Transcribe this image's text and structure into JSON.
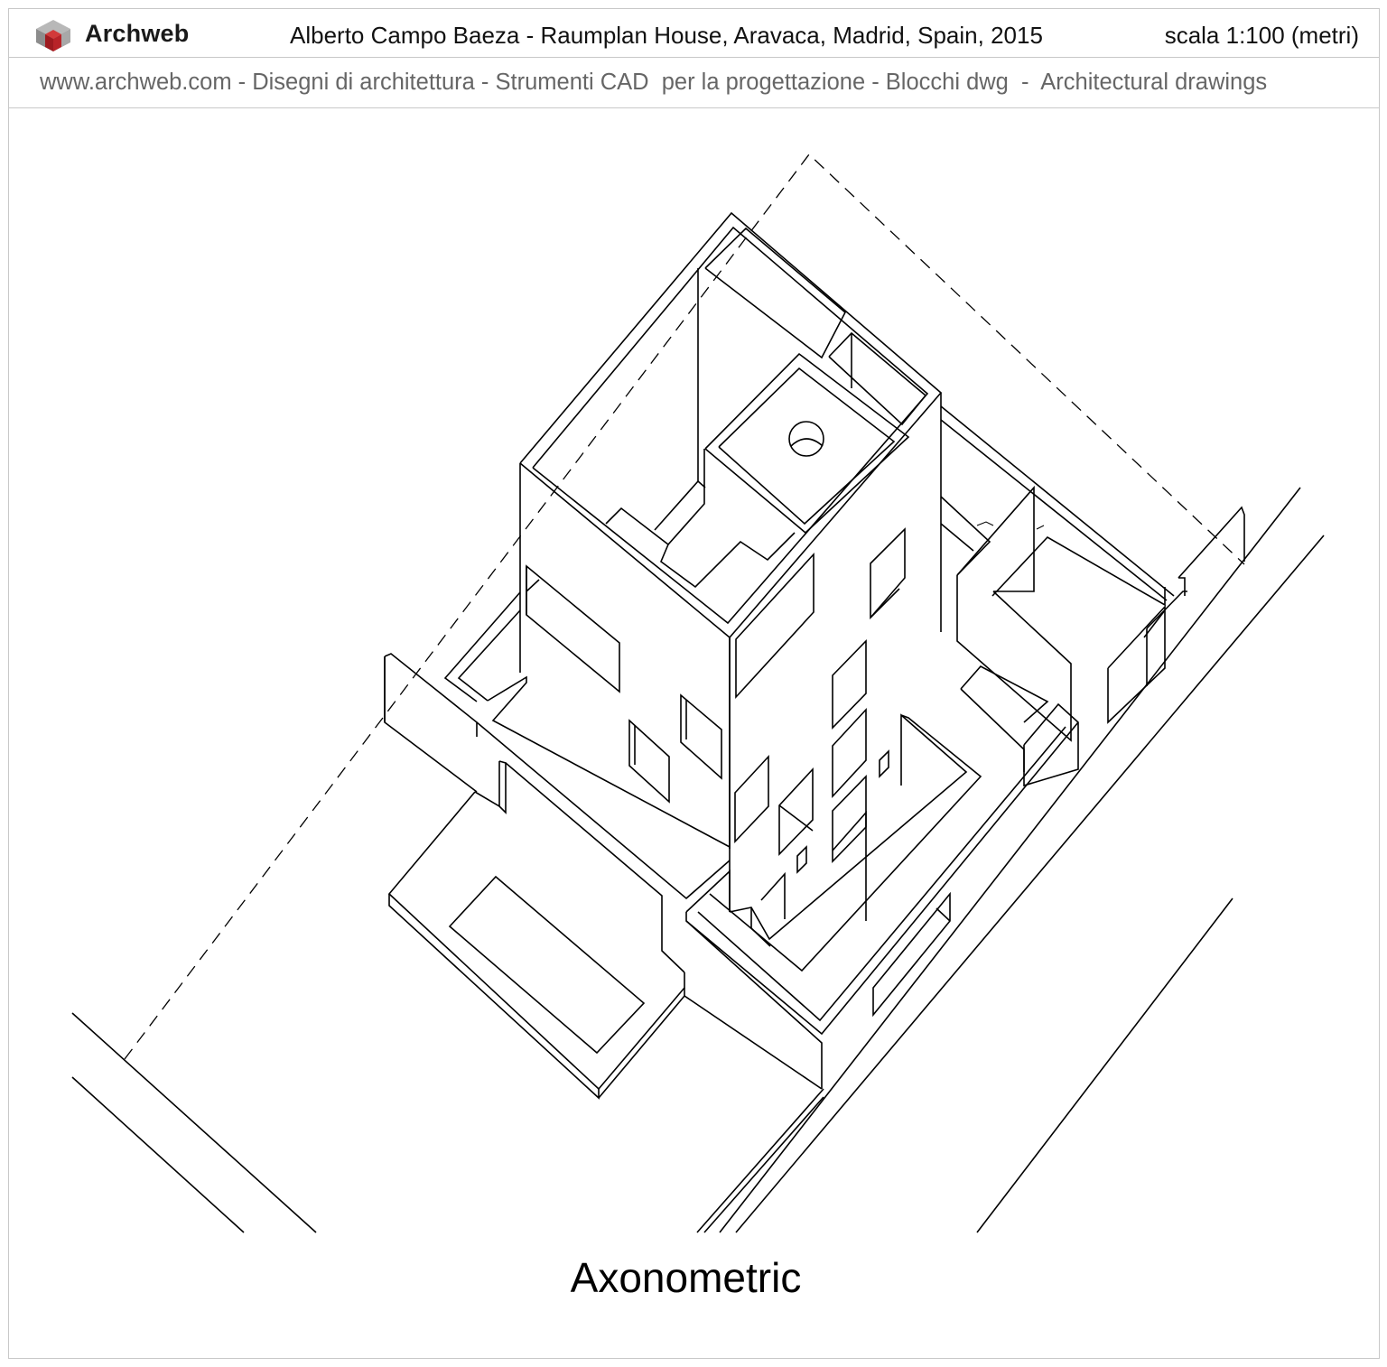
{
  "header": {
    "brand": "Archweb",
    "logo_icon": "archweb-cube-logo-icon",
    "title": "Alberto Campo Baeza - Raumplan House, Aravaca, Madrid, Spain, 2015",
    "scale": "scala 1:100 (metri)",
    "subtitle": "www.archweb.com - Disegni di architettura - Strumenti CAD  per la progettazione - Blocchi dwg  -  Architectural drawings"
  },
  "drawing": {
    "type": "axonometric line drawing",
    "subject": "Raumplan House",
    "line_color": "#000000",
    "background_color": "#ffffff",
    "border_color": "#c8c8c8",
    "caption": "Axonometric"
  },
  "colors": {
    "logo_red": "#b01e23",
    "logo_gray": "#9a9a9a",
    "subtitle_gray": "#666666"
  }
}
